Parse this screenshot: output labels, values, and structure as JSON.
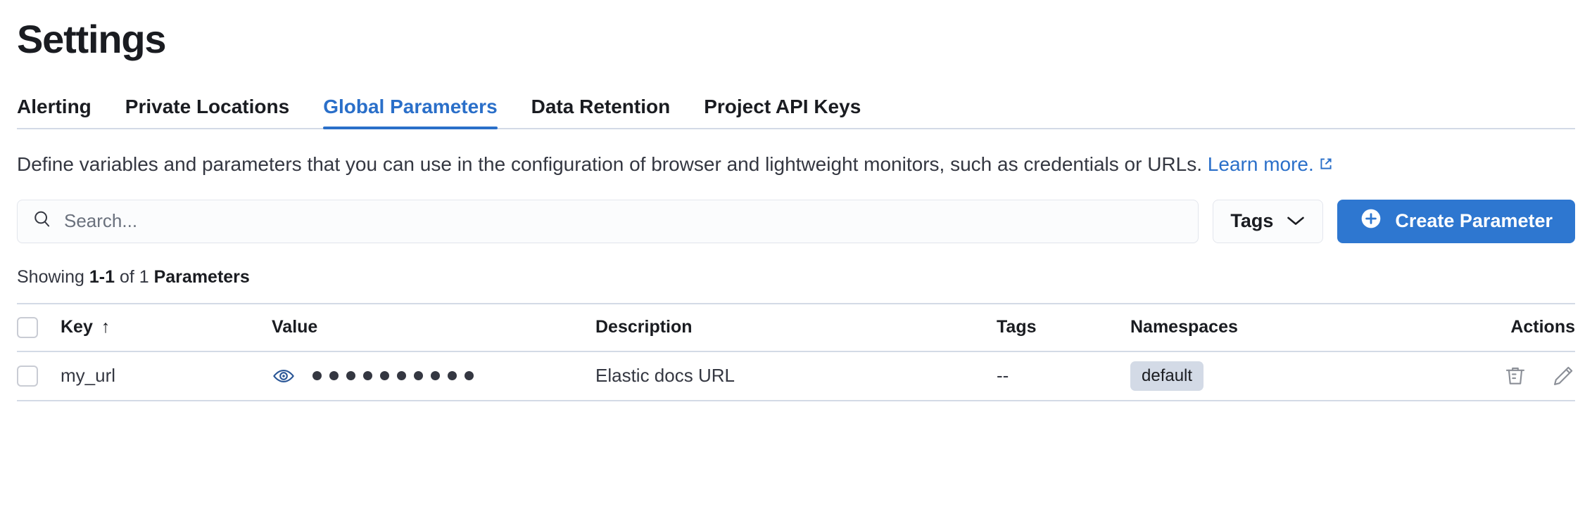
{
  "header": {
    "title": "Settings"
  },
  "tabs": [
    {
      "label": "Alerting",
      "active": false,
      "name": "tab-alerting"
    },
    {
      "label": "Private Locations",
      "active": false,
      "name": "tab-private-locations"
    },
    {
      "label": "Global Parameters",
      "active": true,
      "name": "tab-global-parameters"
    },
    {
      "label": "Data Retention",
      "active": false,
      "name": "tab-data-retention"
    },
    {
      "label": "Project API Keys",
      "active": false,
      "name": "tab-project-api-keys"
    }
  ],
  "description": {
    "text": "Define variables and parameters that you can use in the configuration of browser and lightweight monitors, such as credentials or URLs. ",
    "link_text": "Learn more.",
    "link_icon": "external-link-icon"
  },
  "controls": {
    "search": {
      "placeholder": "Search...",
      "value": "",
      "icon": "search-icon"
    },
    "tags_filter": {
      "label": "Tags",
      "icon": "chevron-down-icon"
    },
    "create_button": {
      "label": "Create Parameter",
      "icon": "plus-circle-icon"
    }
  },
  "results": {
    "showing_prefix": "Showing ",
    "range": "1-1",
    "of": " of ",
    "total": "1",
    "noun": " Parameters"
  },
  "table": {
    "columns": [
      {
        "label": "Key",
        "sort": "↑"
      },
      {
        "label": "Value"
      },
      {
        "label": "Description"
      },
      {
        "label": "Tags"
      },
      {
        "label": "Namespaces"
      },
      {
        "label": "Actions"
      }
    ],
    "rows": [
      {
        "key": "my_url",
        "value_masked": "●●●●●●●●●●",
        "value_dot_count": 10,
        "value_reveal_icon": "eye-icon",
        "description": "Elastic docs URL",
        "tags": "--",
        "namespace": "default",
        "actions": [
          "trash-icon",
          "pencil-icon"
        ]
      }
    ]
  },
  "colors": {
    "accent": "#2e77d0",
    "tab_active": "#2a6fc9",
    "text": "#343741",
    "heading": "#1a1c21",
    "border": "#d3dae6",
    "badge_bg": "#d3dae6",
    "icon_muted": "#8b8f97"
  }
}
